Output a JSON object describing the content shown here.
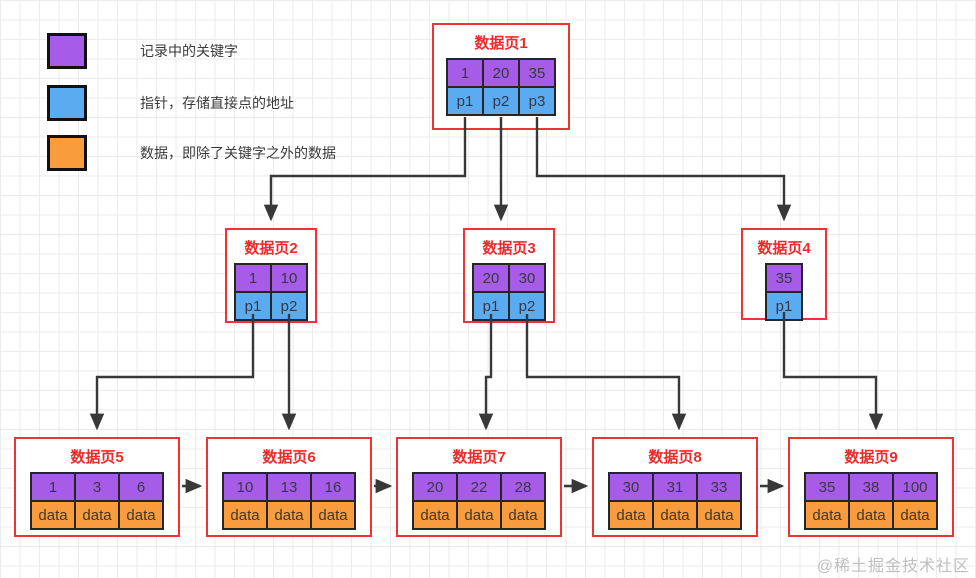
{
  "legend": {
    "items": [
      {
        "name": "keyword",
        "label": "记录中的关键字",
        "color": "#a75ce8"
      },
      {
        "name": "pointer",
        "label": "指针，存储直接点的地址",
        "color": "#5aabf0"
      },
      {
        "name": "data",
        "label": "数据，即除了关键字之外的数据",
        "color": "#f89c3d"
      }
    ]
  },
  "pages": {
    "page1": {
      "title": "数据页1",
      "keys": [
        "1",
        "20",
        "35"
      ],
      "pointers": [
        "p1",
        "p2",
        "p3"
      ]
    },
    "page2": {
      "title": "数据页2",
      "keys": [
        "1",
        "10"
      ],
      "pointers": [
        "p1",
        "p2"
      ]
    },
    "page3": {
      "title": "数据页3",
      "keys": [
        "20",
        "30"
      ],
      "pointers": [
        "p1",
        "p2"
      ]
    },
    "page4": {
      "title": "数据页4",
      "keys": [
        "35"
      ],
      "pointers": [
        "p1"
      ]
    },
    "page5": {
      "title": "数据页5",
      "keys": [
        "1",
        "3",
        "6"
      ],
      "data": [
        "data",
        "data",
        "data"
      ]
    },
    "page6": {
      "title": "数据页6",
      "keys": [
        "10",
        "13",
        "16"
      ],
      "data": [
        "data",
        "data",
        "data"
      ]
    },
    "page7": {
      "title": "数据页7",
      "keys": [
        "20",
        "22",
        "28"
      ],
      "data": [
        "data",
        "data",
        "data"
      ]
    },
    "page8": {
      "title": "数据页8",
      "keys": [
        "30",
        "31",
        "33"
      ],
      "data": [
        "data",
        "data",
        "data"
      ]
    },
    "page9": {
      "title": "数据页9",
      "keys": [
        "35",
        "38",
        "100"
      ],
      "data": [
        "data",
        "data",
        "data"
      ]
    }
  },
  "colors": {
    "keyword_cell": "#a75ce8",
    "pointer_cell": "#5aabf0",
    "data_cell": "#f89c3d",
    "node_border": "#ed3434",
    "node_title": "#ed2b2b",
    "arrow": "#383838"
  },
  "watermark": "@稀土掘金技术社区"
}
